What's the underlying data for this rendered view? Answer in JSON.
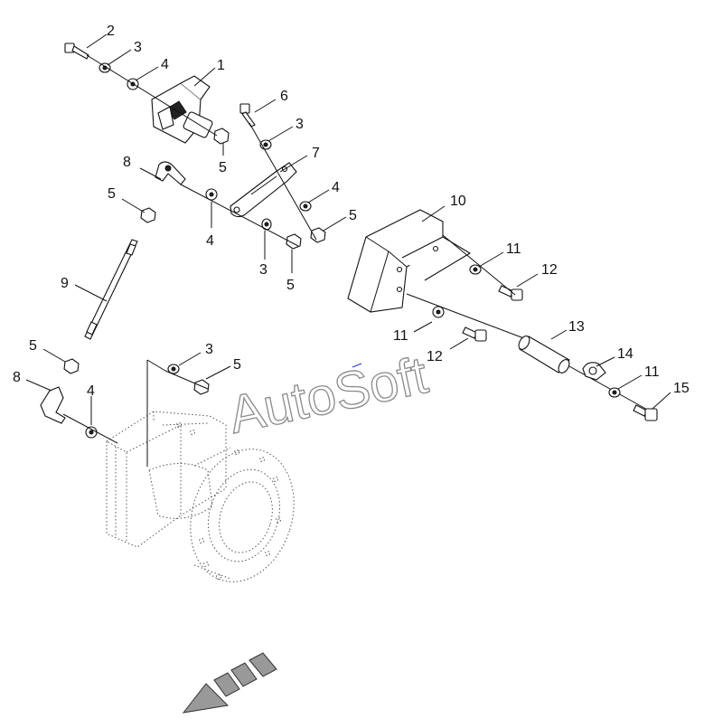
{
  "diagram": {
    "watermark": "AutoSoft",
    "callouts": [
      {
        "id": "c2",
        "text": "2"
      },
      {
        "id": "c3a",
        "text": "3"
      },
      {
        "id": "c4a",
        "text": "4"
      },
      {
        "id": "c1",
        "text": "1"
      },
      {
        "id": "c5a",
        "text": "5"
      },
      {
        "id": "c6",
        "text": "6"
      },
      {
        "id": "c3b",
        "text": "3"
      },
      {
        "id": "c7",
        "text": "7"
      },
      {
        "id": "c4b",
        "text": "4"
      },
      {
        "id": "c5b",
        "text": "5"
      },
      {
        "id": "c8a",
        "text": "8"
      },
      {
        "id": "c5c",
        "text": "5"
      },
      {
        "id": "c4c",
        "text": "4"
      },
      {
        "id": "c3c",
        "text": "3"
      },
      {
        "id": "c5d",
        "text": "5"
      },
      {
        "id": "c9",
        "text": "9"
      },
      {
        "id": "c10",
        "text": "10"
      },
      {
        "id": "c11a",
        "text": "11"
      },
      {
        "id": "c12a",
        "text": "12"
      },
      {
        "id": "c11b",
        "text": "11"
      },
      {
        "id": "c12b",
        "text": "12"
      },
      {
        "id": "c13",
        "text": "13"
      },
      {
        "id": "c14",
        "text": "14"
      },
      {
        "id": "c11c",
        "text": "11"
      },
      {
        "id": "c15",
        "text": "15"
      },
      {
        "id": "c5e",
        "text": "5"
      },
      {
        "id": "c3d",
        "text": "3"
      },
      {
        "id": "c5f",
        "text": "5"
      },
      {
        "id": "c8b",
        "text": "8"
      },
      {
        "id": "c4d",
        "text": "4"
      }
    ]
  }
}
